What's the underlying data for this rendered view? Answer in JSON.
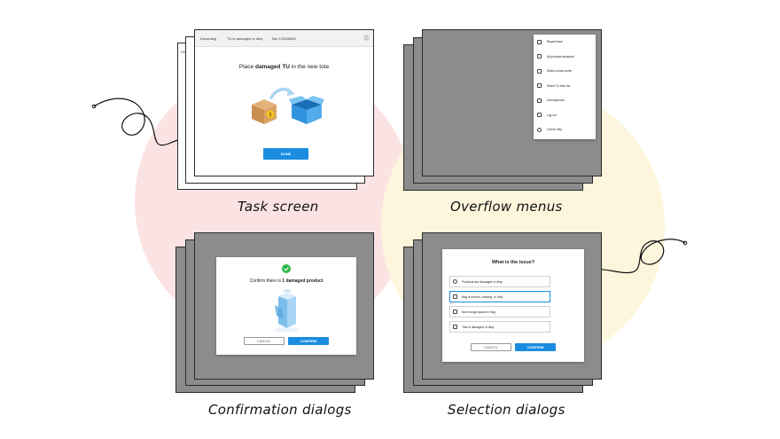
{
  "captions": {
    "task": "Task screen",
    "overflow": "Overflow menus",
    "confirmation": "Confirmation dialogs",
    "selection": "Selection dialogs"
  },
  "colors": {
    "pink_blob": "#fbe3e3",
    "yellow_blob": "#fdf6dc",
    "primary": "#1a8de0",
    "overlay_gray": "#8c8c8c",
    "success": "#2fb84a"
  },
  "task_screen": {
    "breadcrumbs": [
      "Decanting",
      "TU is damaged or dirty",
      "Tote 123456/05"
    ],
    "back_sheet_label": "De",
    "instruction_prefix": "Place ",
    "instruction_bold": "damaged TU",
    "instruction_suffix": " in the new tote",
    "done_label": "DONE",
    "icons": [
      "damaged-box-icon",
      "arrow-icon",
      "open-tote-icon",
      "more-icon"
    ]
  },
  "overflow_menu": {
    "items": [
      {
        "label": "Report issue",
        "icon": "report-icon"
      },
      {
        "label": "All products decanted",
        "icon": "products-icon"
      },
      {
        "label": "Select a load carrier",
        "icon": "carrier-icon"
      },
      {
        "label": "Select TU from list",
        "icon": "list-icon"
      },
      {
        "label": "Use keyboard",
        "icon": "keyboard-icon"
      },
      {
        "label": "Log out",
        "icon": "logout-icon"
      },
      {
        "label": "Call for help",
        "icon": "help-icon"
      }
    ]
  },
  "confirmation_dialog": {
    "title_prefix": "Confirm there is ",
    "title_bold": "1 damaged product",
    "cancel_label": "CANCEL",
    "confirm_label": "CONFIRM"
  },
  "selection_dialog": {
    "title": "What is the issue?",
    "options": [
      {
        "label": "Products are damaged or dirty",
        "selected": false
      },
      {
        "label": "Bag is broken, missing, or dirty",
        "selected": true
      },
      {
        "label": "Not enough space in bag",
        "selected": false
      },
      {
        "label": "Tote is damaged or dirty",
        "selected": false
      }
    ],
    "cancel_label": "CANCEL",
    "confirm_label": "CONFIRM"
  }
}
